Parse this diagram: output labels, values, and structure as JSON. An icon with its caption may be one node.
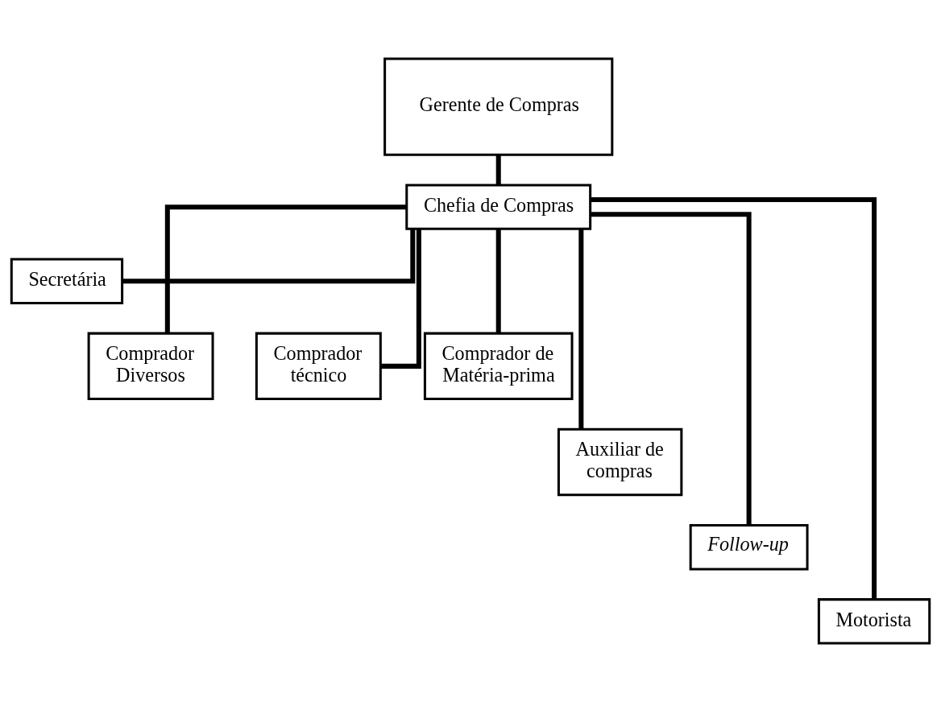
{
  "diagram": {
    "nodes": [
      {
        "text": [
          "Gerente de Compras"
        ]
      },
      {
        "text": [
          "Chefia de Compras"
        ]
      },
      {
        "text": [
          "Secretária"
        ]
      },
      {
        "text": [
          "Comprador Diversos"
        ]
      },
      {
        "text": [
          "Comprador técnico"
        ]
      },
      {
        "text": [
          "Comprador de Matéria-prima"
        ]
      },
      {
        "text": [
          "Auxiliar de compras"
        ]
      },
      {
        "text": [
          "Follow-up"
        ]
      },
      {
        "text": [
          "Motorista"
        ]
      }
    ],
    "edges": [
      {
        "from": 0,
        "to": 1,
        "arrow": "none"
      },
      {
        "from": 1,
        "to": 2,
        "arrow": "none"
      },
      {
        "from": 1,
        "to": 3,
        "arrow": "none"
      },
      {
        "from": 1,
        "to": 4,
        "arrow": "none"
      },
      {
        "from": 1,
        "to": 5,
        "arrow": "none"
      },
      {
        "from": 1,
        "to": 6,
        "arrow": "none"
      },
      {
        "from": 1,
        "to": 7,
        "arrow": "none"
      },
      {
        "from": 1,
        "to": 8,
        "arrow": "none"
      }
    ]
  }
}
